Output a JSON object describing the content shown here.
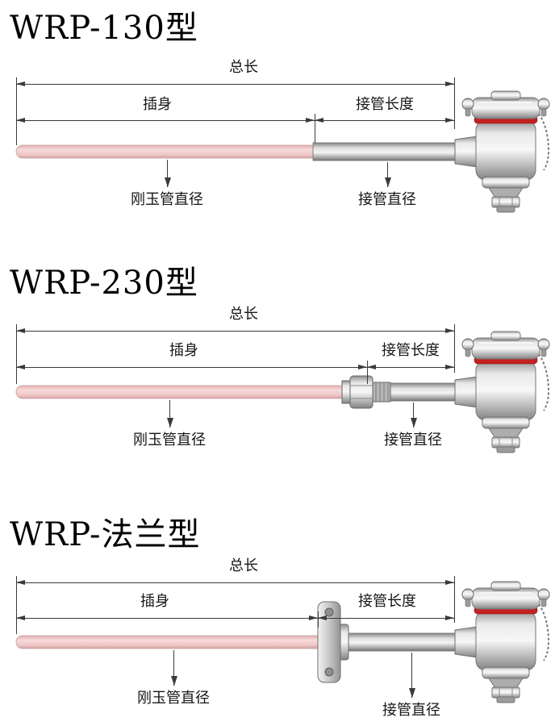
{
  "page": {
    "background": "#ffffff"
  },
  "colors": {
    "ceramic_tube_pink": "#f2cccc",
    "red_seal_ring": "#c42020",
    "metal_gray": "#bdbdbd",
    "dimension_line": "#3a3a3a"
  },
  "sections": [
    {
      "id": "wrp-130",
      "title": "WRP-130型",
      "labels": {
        "total_length": "总长",
        "insert_length": "插身",
        "pipe_length": "接管长度",
        "ceramic_dia": "刚玉管直径",
        "pipe_dia": "接管直径"
      }
    },
    {
      "id": "wrp-230",
      "title": "WRP-230型",
      "labels": {
        "total_length": "总长",
        "insert_length": "插身",
        "pipe_length": "接管长度",
        "ceramic_dia": "刚玉管直径",
        "pipe_dia": "接管直径"
      }
    },
    {
      "id": "wrp-flange",
      "title": "WRP-法兰型",
      "labels": {
        "total_length": "总长",
        "insert_length": "插身",
        "pipe_length": "接管长度",
        "ceramic_dia": "刚玉管直径",
        "pipe_dia": "接管直径"
      }
    }
  ]
}
